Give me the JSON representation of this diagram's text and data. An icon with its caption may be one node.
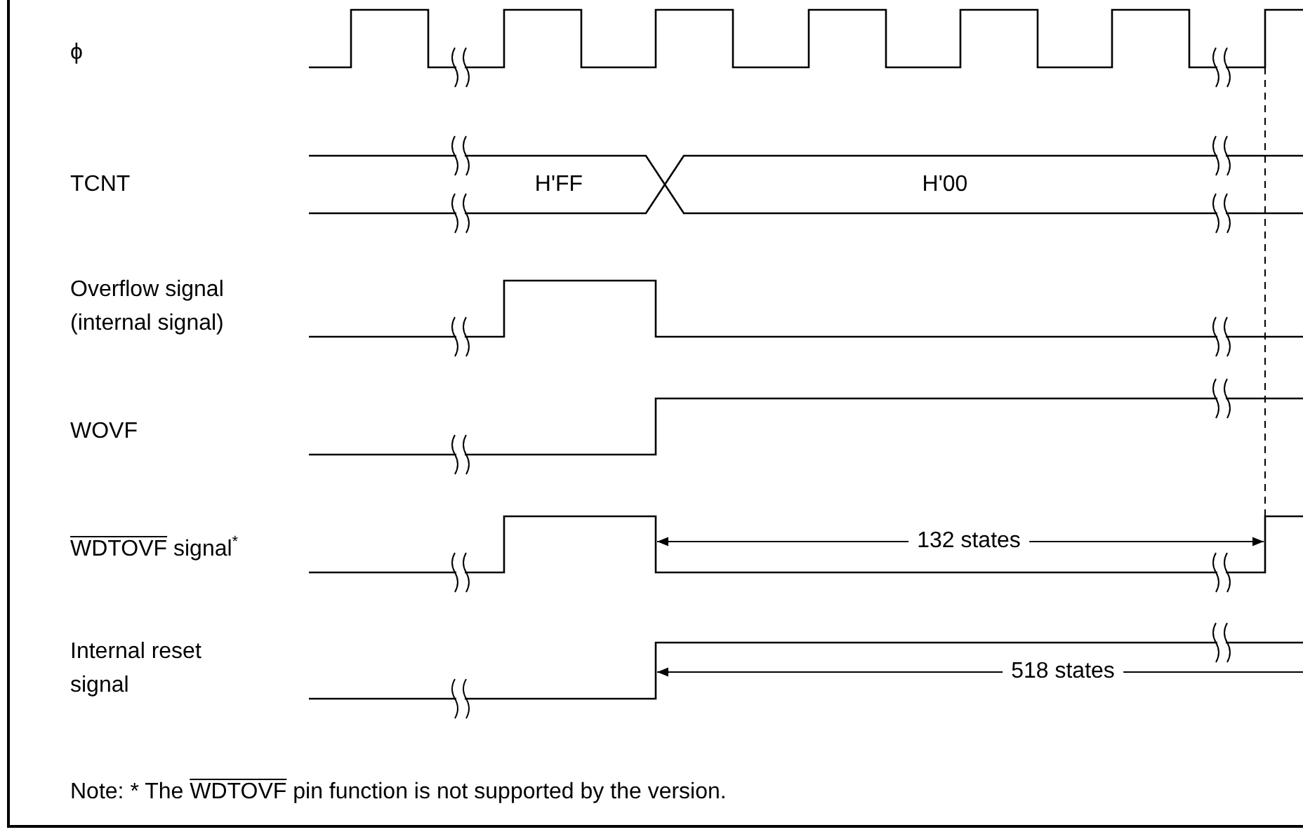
{
  "diagram": {
    "labels": [
      "ϕ",
      "TCNT",
      "H'FF",
      "H'00",
      "Overflow signal (internal signal)",
      "WOVF",
      "WDTOVF signal$^{*}$",
      "132 states",
      "Internal reset signal",
      "518 states",
      "Note: * The WDTOVF pin function is not supported by the version."
    ]
  }
}
